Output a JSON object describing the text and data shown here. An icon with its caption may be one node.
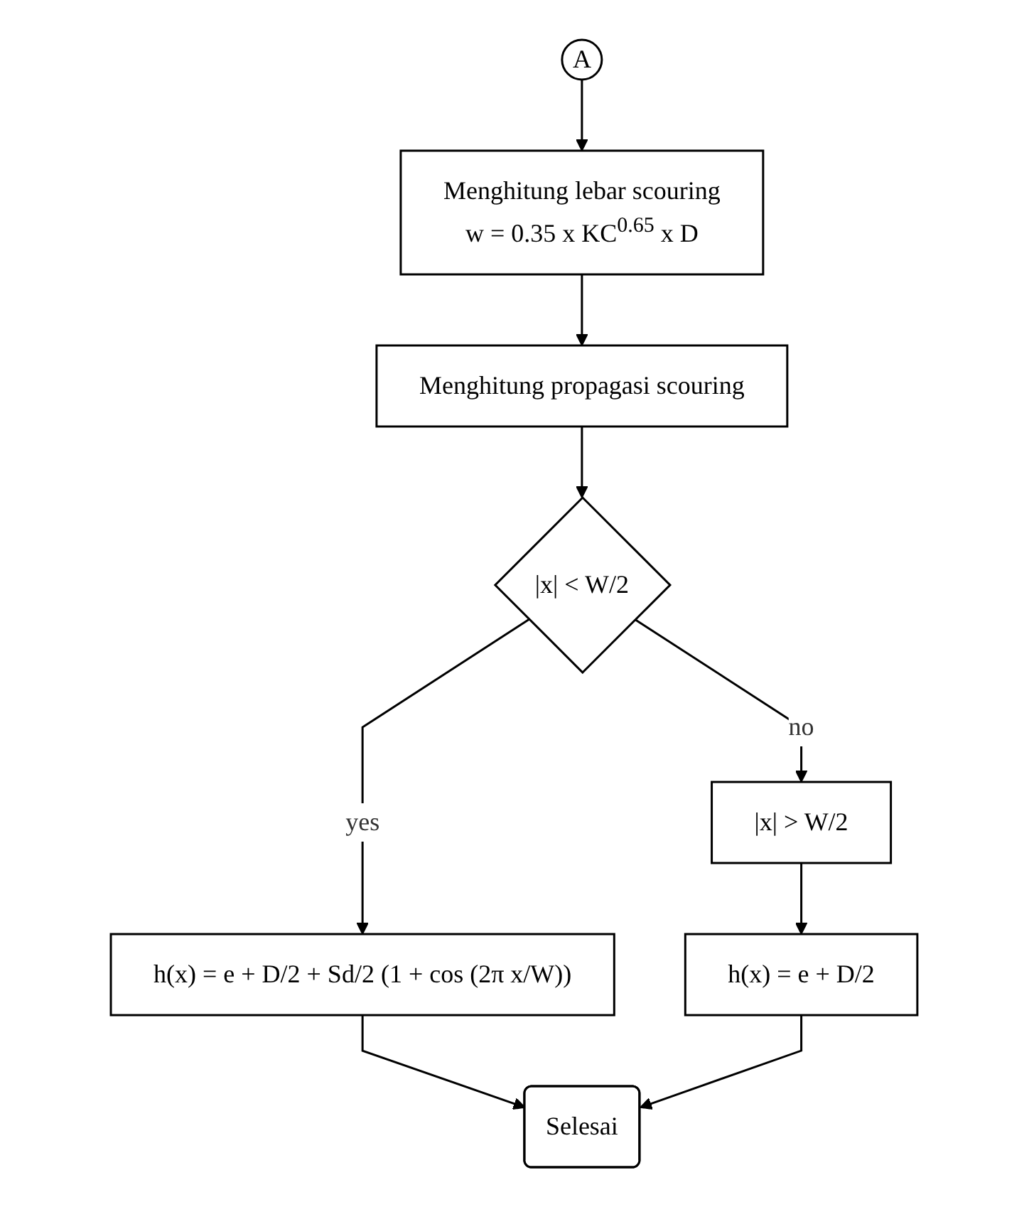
{
  "diagram": {
    "nodes": [
      {
        "text": [
          "A"
        ]
      },
      {
        "text": [
          "Menghitung lebar scouring",
          "w = 0.35 x KC$^{0.65}$ x D"
        ]
      },
      {
        "text": [
          "Menghitung propagasi scouring"
        ]
      },
      {
        "text": [
          "|x| < W/2"
        ]
      },
      {
        "text": [
          "|x| > W/2"
        ]
      },
      {
        "text": [
          "h(x) = e + D/2 + Sd/2 (1 + cos (2π x/W))"
        ]
      },
      {
        "text": [
          "h(x) = e + D/2"
        ]
      },
      {
        "text": [
          "Selesai"
        ]
      }
    ],
    "edges": [
      {
        "from": 0,
        "to": 1,
        "arrow": "to"
      },
      {
        "from": 1,
        "to": 2,
        "arrow": "to"
      },
      {
        "from": 2,
        "to": 3,
        "arrow": "to"
      },
      {
        "from": 3,
        "to": 4,
        "arrow": "to",
        "label": "no"
      },
      {
        "from": 3,
        "to": 5,
        "arrow": "to",
        "label": "yes"
      },
      {
        "from": 4,
        "to": 6,
        "arrow": "to"
      },
      {
        "from": 5,
        "to": 7,
        "arrow": "to"
      },
      {
        "from": 6,
        "to": 7,
        "arrow": "to"
      }
    ]
  }
}
